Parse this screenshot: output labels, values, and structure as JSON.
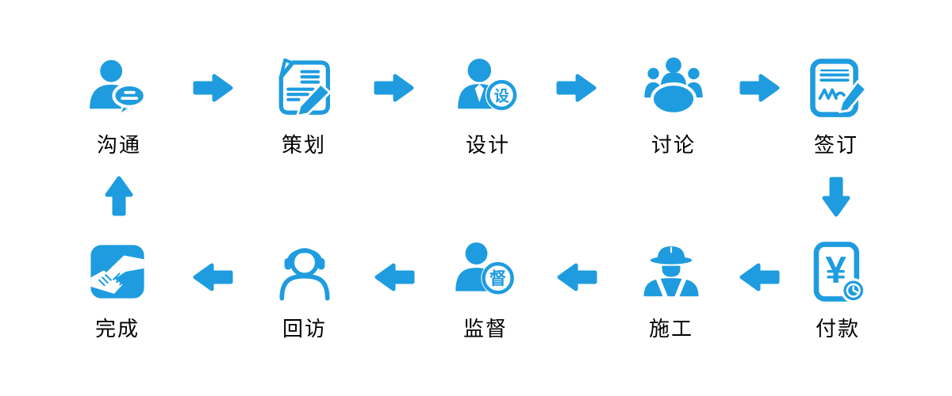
{
  "page": {
    "background": "#ffffff",
    "accent_color": "#1e9cdf",
    "label_color": "#000000"
  },
  "flow": {
    "top_row": [
      {
        "label": "沟通",
        "icon": "person-chat-icon"
      },
      {
        "label": "策划",
        "icon": "document-pencil-icon"
      },
      {
        "label": "设计",
        "icon": "designer-person-icon",
        "badge_char": "设"
      },
      {
        "label": "讨论",
        "icon": "meeting-table-icon"
      },
      {
        "label": "签订",
        "icon": "contract-pen-icon"
      }
    ],
    "bottom_row": [
      {
        "label": "完成",
        "icon": "handshake-icon"
      },
      {
        "label": "回访",
        "icon": "headset-person-icon"
      },
      {
        "label": "监督",
        "icon": "supervisor-person-icon",
        "badge_char": "督"
      },
      {
        "label": "施工",
        "icon": "construction-worker-icon"
      },
      {
        "label": "付款",
        "icon": "payment-clock-icon",
        "currency_symbol": "¥"
      }
    ],
    "arrows": {
      "top_row_direction": "right",
      "bottom_row_direction": "left",
      "right_column_direction": "down",
      "left_column_direction": "up"
    }
  }
}
